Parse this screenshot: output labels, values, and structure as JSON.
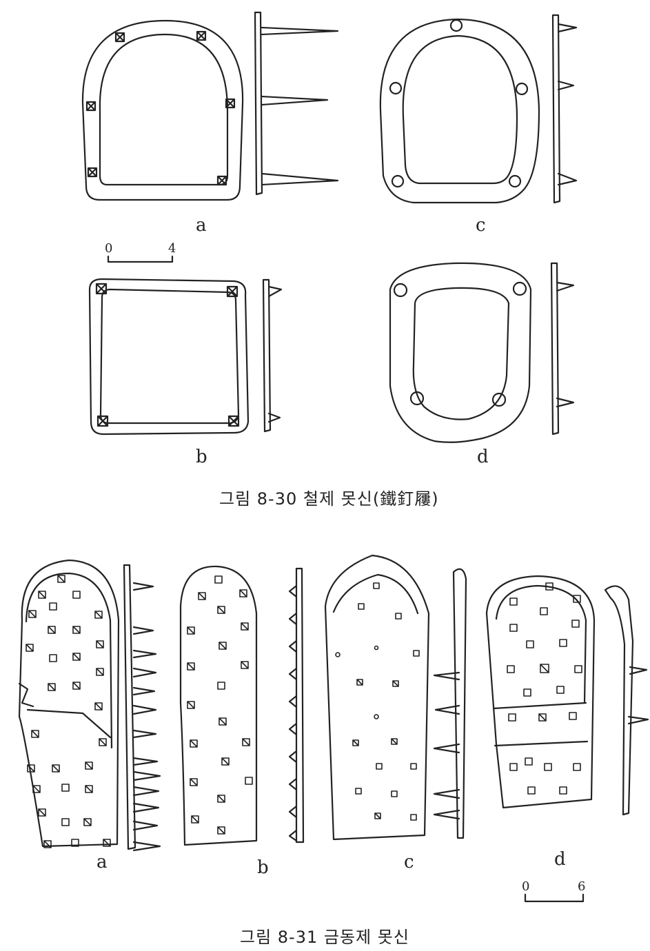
{
  "figure_8_30": {
    "caption": "그림 8-30  철제 못신(鐵釘屨)",
    "labels": {
      "a": "a",
      "b": "b",
      "c": "c",
      "d": "d"
    },
    "scale": {
      "start": "0",
      "end": "4"
    }
  },
  "figure_8_31": {
    "caption": "그림 8-31  금동제 못신",
    "labels": {
      "a": "a",
      "b": "b",
      "c": "c",
      "d": "d"
    },
    "scale": {
      "start": "0",
      "end": "6"
    }
  }
}
